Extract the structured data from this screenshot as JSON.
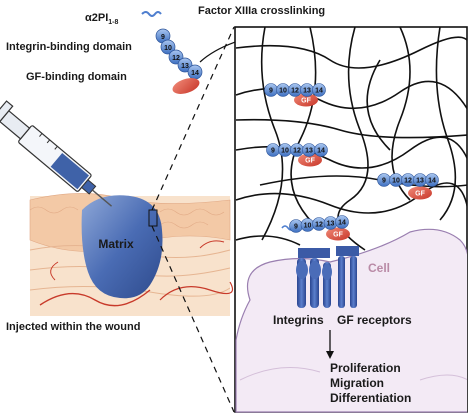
{
  "labels": {
    "alpha2pi_main": "α2PI",
    "alpha2pi_sub": "1-8",
    "integrin_binding": "Integrin-binding domain",
    "gf_binding": "GF-binding domain",
    "factor_xiiia": "Factor XIIIa crosslinking",
    "matrix": "Matrix",
    "injected": "Injected within the wound",
    "cell": "Cell",
    "integrins": "Integrins",
    "gf_receptors": "GF receptors",
    "proliferation": "Proliferation",
    "migration": "Migration",
    "differentiation": "Differentiation"
  },
  "module_numbers": [
    "9",
    "10",
    "12",
    "13",
    "14"
  ],
  "gf_label": "GF",
  "colors": {
    "module_blue": "#5d8fd6",
    "gf_red": "#e0584a",
    "matrix_blue": "#3f62a8",
    "cell_lavender": "#f2e8f4",
    "cell_outline": "#9a7fb0",
    "cell_text": "#b98aa6",
    "receptor_blue": "#3b5aa6",
    "skin_peach": "#f6d3b4",
    "vessel_red": "#c83a2a"
  }
}
